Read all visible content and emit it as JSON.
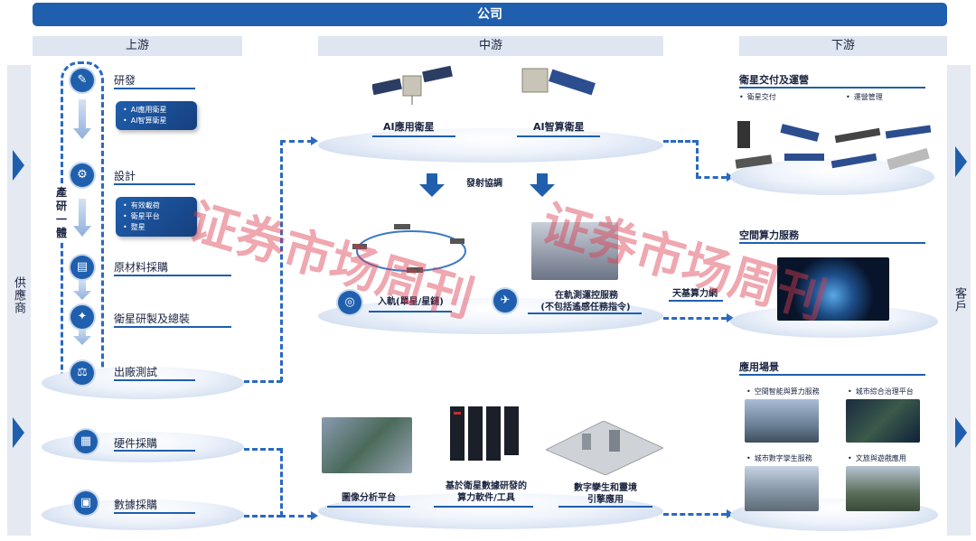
{
  "company": "公司",
  "columns": {
    "upstream": "上游",
    "midstream": "中游",
    "downstream": "下游"
  },
  "side": {
    "left": "供應商",
    "right": "客戶"
  },
  "upstream": {
    "integration": "產研一體",
    "steps": [
      {
        "label": "研發"
      },
      {
        "label": "設計"
      },
      {
        "label": "原材料採購"
      },
      {
        "label": "衛星研製及總裝"
      },
      {
        "label": "出廠測試"
      }
    ],
    "rd_items": [
      "AI應用衛星",
      "AI智算衛星"
    ],
    "design_items": [
      "有效載荷",
      "衛星平台",
      "整星"
    ],
    "procurement": [
      "硬件採購",
      "數據採購"
    ]
  },
  "midstream": {
    "satellites": [
      "AI應用衛星",
      "AI智算衛星"
    ],
    "launch": "發射協調",
    "orbit": "入軌(單星/星鏈)",
    "tt_c": [
      "在軌測運控服務",
      "(不包括遙感任務指令)"
    ],
    "space_net": "天基算力網",
    "software": [
      {
        "label": "圖像分析平台"
      },
      {
        "label": "基於衛星數據研發的\n算力軟件/工具"
      },
      {
        "label": "數字孿生和靈境\n引擎應用"
      }
    ]
  },
  "downstream": {
    "delivery": {
      "title": "衛星交付及運營",
      "items": [
        "衛星交付",
        "運營管理"
      ]
    },
    "compute": {
      "title": "空間算力服務"
    },
    "apps": {
      "title": "應用場景",
      "items": [
        "空間智能與算力服務",
        "城市綜合治理平台",
        "城市數字孿生服務",
        "文旅與遊戲應用"
      ]
    }
  },
  "watermark": "证券市场周刊",
  "colors": {
    "primary": "#1f5fae",
    "light": "#dfe6f1",
    "watermark": "#dc3c50"
  }
}
